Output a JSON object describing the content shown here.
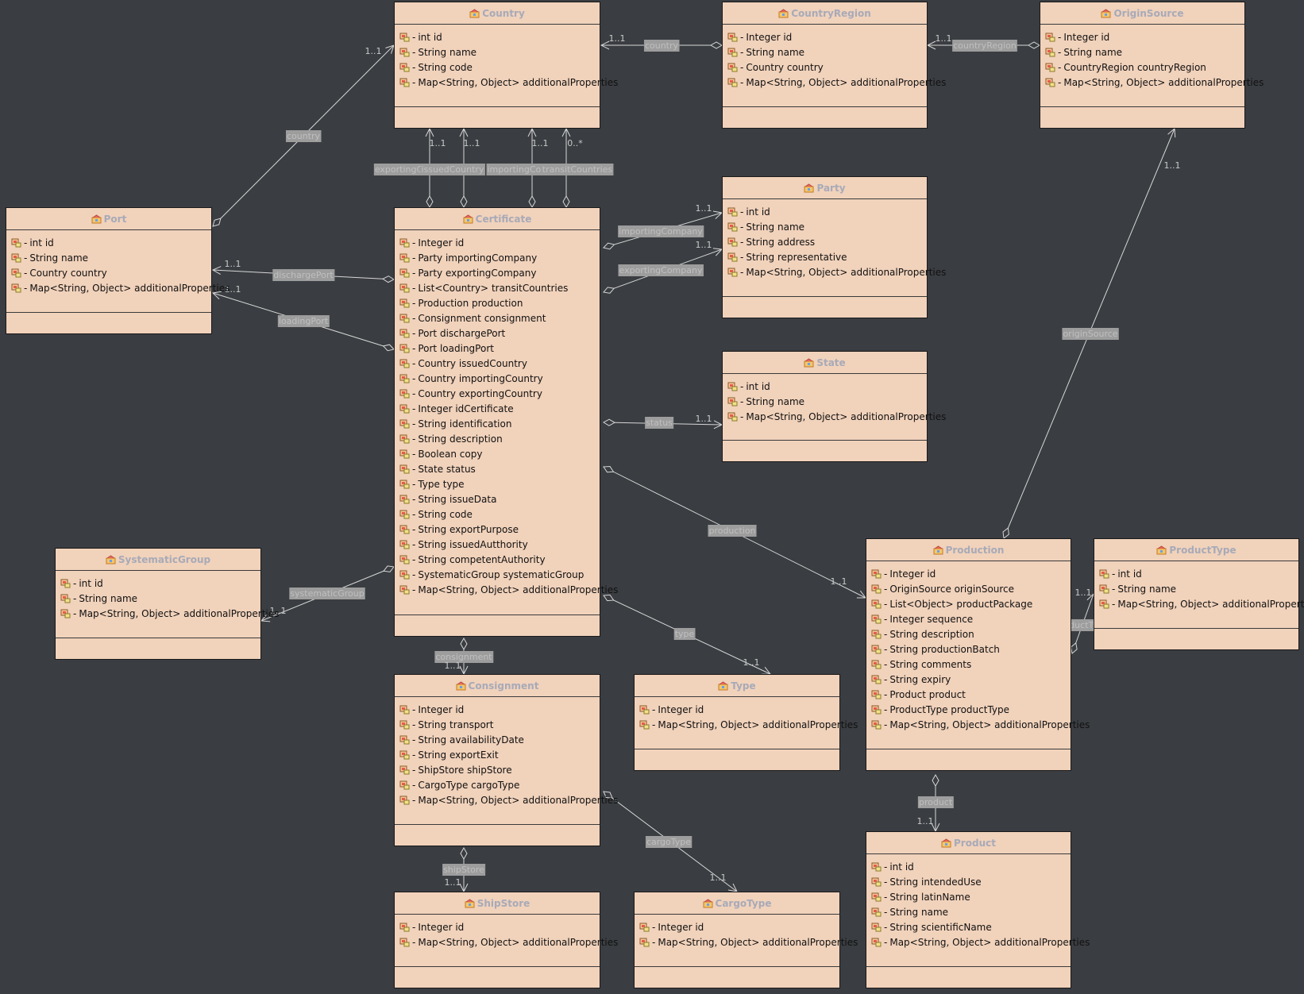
{
  "classes": [
    {
      "id": "country",
      "name": "Country",
      "attrs": [
        [
          "int",
          "id"
        ],
        [
          "String",
          "name"
        ],
        [
          "String",
          "code"
        ],
        [
          "Map<String, Object>",
          "additionalProperties"
        ]
      ]
    },
    {
      "id": "countryregion",
      "name": "CountryRegion",
      "attrs": [
        [
          "Integer",
          "id"
        ],
        [
          "String",
          "name"
        ],
        [
          "Country",
          "country"
        ],
        [
          "Map<String, Object>",
          "additionalProperties"
        ]
      ]
    },
    {
      "id": "originsource",
      "name": "OriginSource",
      "attrs": [
        [
          "Integer",
          "id"
        ],
        [
          "String",
          "name"
        ],
        [
          "CountryRegion",
          "countryRegion"
        ],
        [
          "Map<String, Object>",
          "additionalProperties"
        ]
      ]
    },
    {
      "id": "port",
      "name": "Port",
      "attrs": [
        [
          "int",
          "id"
        ],
        [
          "String",
          "name"
        ],
        [
          "Country",
          "country"
        ],
        [
          "Map<String, Object>",
          "additionalProperties"
        ]
      ]
    },
    {
      "id": "certificate",
      "name": "Certificate",
      "attrs": [
        [
          "Integer",
          "id"
        ],
        [
          "Party",
          "importingCompany"
        ],
        [
          "Party",
          "exportingCompany"
        ],
        [
          "List<Country>",
          "transitCountries"
        ],
        [
          "Production",
          "production"
        ],
        [
          "Consignment",
          "consignment"
        ],
        [
          "Port",
          "dischargePort"
        ],
        [
          "Port",
          "loadingPort"
        ],
        [
          "Country",
          "issuedCountry"
        ],
        [
          "Country",
          "importingCountry"
        ],
        [
          "Country",
          "exportingCountry"
        ],
        [
          "Integer",
          "idCertificate"
        ],
        [
          "String",
          "identification"
        ],
        [
          "String",
          "description"
        ],
        [
          "Boolean",
          "copy"
        ],
        [
          "State",
          "status"
        ],
        [
          "Type",
          "type"
        ],
        [
          "String",
          "issueData"
        ],
        [
          "String",
          "code"
        ],
        [
          "String",
          "exportPurpose"
        ],
        [
          "String",
          "issuedAutthority"
        ],
        [
          "String",
          "competentAuthority"
        ],
        [
          "SystematicGroup",
          "systematicGroup"
        ],
        [
          "Map<String, Object>",
          "additionalProperties"
        ]
      ]
    },
    {
      "id": "party",
      "name": "Party",
      "attrs": [
        [
          "int",
          "id"
        ],
        [
          "String",
          "name"
        ],
        [
          "String",
          "address"
        ],
        [
          "String",
          "representative"
        ],
        [
          "Map<String, Object>",
          "additionalProperties"
        ]
      ]
    },
    {
      "id": "state",
      "name": "State",
      "attrs": [
        [
          "int",
          "id"
        ],
        [
          "String",
          "name"
        ],
        [
          "Map<String, Object>",
          "additionalProperties"
        ]
      ]
    },
    {
      "id": "systematicgroup",
      "name": "SystematicGroup",
      "attrs": [
        [
          "int",
          "id"
        ],
        [
          "String",
          "name"
        ],
        [
          "Map<String, Object>",
          "additionalProperties"
        ]
      ]
    },
    {
      "id": "production",
      "name": "Production",
      "attrs": [
        [
          "Integer",
          "id"
        ],
        [
          "OriginSource",
          "originSource"
        ],
        [
          "List<Object>",
          "productPackage"
        ],
        [
          "Integer",
          "sequence"
        ],
        [
          "String",
          "description"
        ],
        [
          "String",
          "productionBatch"
        ],
        [
          "String",
          "comments"
        ],
        [
          "String",
          "expiry"
        ],
        [
          "Product",
          "product"
        ],
        [
          "ProductType",
          "productType"
        ],
        [
          "Map<String, Object>",
          "additionalProperties"
        ]
      ]
    },
    {
      "id": "producttype",
      "name": "ProductType",
      "attrs": [
        [
          "int",
          "id"
        ],
        [
          "String",
          "name"
        ],
        [
          "Map<String, Object>",
          "additionalProperties"
        ]
      ]
    },
    {
      "id": "consignment",
      "name": "Consignment",
      "attrs": [
        [
          "Integer",
          "id"
        ],
        [
          "String",
          "transport"
        ],
        [
          "String",
          "availabilityDate"
        ],
        [
          "String",
          "exportExit"
        ],
        [
          "ShipStore",
          "shipStore"
        ],
        [
          "CargoType",
          "cargoType"
        ],
        [
          "Map<String, Object>",
          "additionalProperties"
        ]
      ]
    },
    {
      "id": "type",
      "name": "Type",
      "attrs": [
        [
          "Integer",
          "id"
        ],
        [
          "Map<String, Object>",
          "additionalProperties"
        ]
      ]
    },
    {
      "id": "product",
      "name": "Product",
      "attrs": [
        [
          "int",
          "id"
        ],
        [
          "String",
          "intendedUse"
        ],
        [
          "String",
          "latinName"
        ],
        [
          "String",
          "name"
        ],
        [
          "String",
          "scientificName"
        ],
        [
          "Map<String, Object>",
          "additionalProperties"
        ]
      ]
    },
    {
      "id": "shipstore",
      "name": "ShipStore",
      "attrs": [
        [
          "Integer",
          "id"
        ],
        [
          "Map<String, Object>",
          "additionalProperties"
        ]
      ]
    },
    {
      "id": "cargotype",
      "name": "CargoType",
      "attrs": [
        [
          "Integer",
          "id"
        ],
        [
          "Map<String, Object>",
          "additionalProperties"
        ]
      ]
    }
  ],
  "visibility_symbol": "-",
  "associations": [
    {
      "from": "countryregion",
      "to": "country",
      "role": "country",
      "mult": "1..1"
    },
    {
      "from": "originsource",
      "to": "countryregion",
      "role": "countryRegion",
      "mult": "1..1"
    },
    {
      "from": "port",
      "to": "country",
      "role": "country",
      "mult": "1..1"
    },
    {
      "from": "certificate",
      "to": "country",
      "role": "exportingCountry",
      "mult": "1..1"
    },
    {
      "from": "certificate",
      "to": "country",
      "role": "issuedCountry",
      "mult": "1..1"
    },
    {
      "from": "certificate",
      "to": "country",
      "role": "importingCountry",
      "mult": "1..1"
    },
    {
      "from": "certificate",
      "to": "country",
      "role": "transitCountries",
      "mult": "0..*"
    },
    {
      "from": "certificate",
      "to": "party",
      "role": "importingCompany",
      "mult": "1..1"
    },
    {
      "from": "certificate",
      "to": "party",
      "role": "exportingCompany",
      "mult": "1..1"
    },
    {
      "from": "certificate",
      "to": "port",
      "role": "dischargePort",
      "mult": "1..1"
    },
    {
      "from": "certificate",
      "to": "port",
      "role": "loadingPort",
      "mult": "1..1"
    },
    {
      "from": "certificate",
      "to": "state",
      "role": "status",
      "mult": "1..1"
    },
    {
      "from": "certificate",
      "to": "production",
      "role": "production",
      "mult": "1..1"
    },
    {
      "from": "certificate",
      "to": "systematicgroup",
      "role": "systematicGroup",
      "mult": "1..1"
    },
    {
      "from": "certificate",
      "to": "type",
      "role": "type",
      "mult": "1..1"
    },
    {
      "from": "certificate",
      "to": "consignment",
      "role": "consignment",
      "mult": "1..1"
    },
    {
      "from": "consignment",
      "to": "shipstore",
      "role": "shipStore",
      "mult": "1..1"
    },
    {
      "from": "consignment",
      "to": "cargotype",
      "role": "cargoType",
      "mult": "1..1"
    },
    {
      "from": "production",
      "to": "originsource",
      "role": "originSource",
      "mult": "1..1"
    },
    {
      "from": "production",
      "to": "producttype",
      "role": "productType",
      "mult": "1..1"
    },
    {
      "from": "production",
      "to": "product",
      "role": "product",
      "mult": "1..1"
    }
  ],
  "colors": {
    "class_fill": "#f1d2bb",
    "background": "#3a3d41",
    "line": "#d6d6d6",
    "label_box": "#9d9d9d"
  }
}
